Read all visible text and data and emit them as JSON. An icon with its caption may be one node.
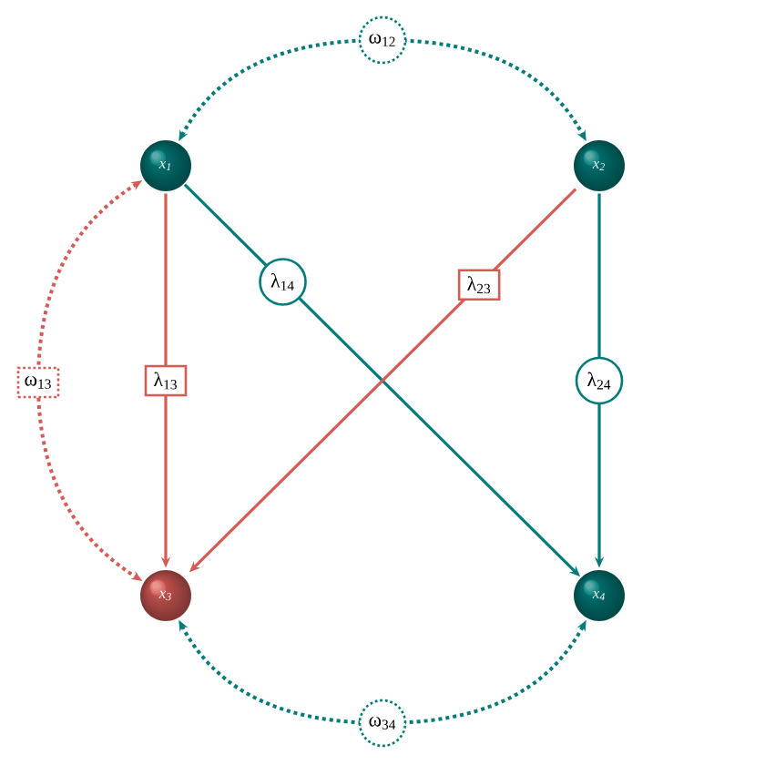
{
  "diagram": {
    "nodes": [
      {
        "text": [
          "x$_{1}$"
        ]
      },
      {
        "text": [
          "x$_{2}$"
        ]
      },
      {
        "text": [
          "x$_{3}$"
        ]
      },
      {
        "text": [
          "x$_{4}$"
        ]
      }
    ],
    "edges": [
      {
        "from": 0,
        "to": 2,
        "arrow": "to",
        "label": "λ$_{13}$",
        "color": "#d65b57"
      },
      {
        "from": 0,
        "to": 3,
        "arrow": "to",
        "label": "λ$_{14}$"
      },
      {
        "from": 1,
        "to": 2,
        "arrow": "to",
        "label": "λ$_{23}$",
        "color": "#d65b57"
      },
      {
        "from": 1,
        "to": 3,
        "arrow": "to",
        "label": "λ$_{24}$"
      },
      {
        "from": 0,
        "to": 1,
        "arrow": "both",
        "label": "ω$_{12}$",
        "style": "dashed"
      },
      {
        "from": 0,
        "to": 2,
        "arrow": "both",
        "label": "ω$_{13}$",
        "style": "dashed",
        "color": "#d65b57"
      },
      {
        "from": 2,
        "to": 3,
        "arrow": "both",
        "label": "ω$_{34}$",
        "style": "dashed"
      }
    ]
  }
}
